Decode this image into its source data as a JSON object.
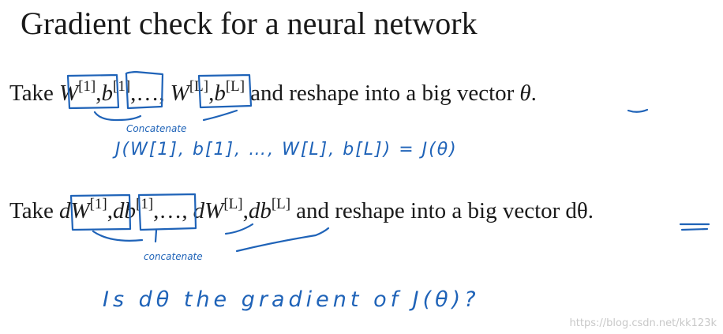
{
  "title": "Gradient check for a neural network",
  "line1": {
    "take": "Take",
    "w1": "W",
    "w1_sup": "[1]",
    "b1": "b",
    "b1_sup": "[1]",
    "dots": "…",
    "wL": "W",
    "wL_sup": "[L]",
    "bL": "b",
    "bL_sup": "[L]",
    "rest": "and reshape into a big vector",
    "vec": "θ",
    "end": "."
  },
  "line2": {
    "take": "Take",
    "dw1_d": "d",
    "dw1": "W",
    "dw1_sup": "[1]",
    "db1_d": "d",
    "db1": "b",
    "db1_sup": "[1]",
    "dots": "…",
    "dwL_d": "d",
    "dwL": "W",
    "dwL_sup": "[L]",
    "dbL_d": "d",
    "dbL": "b",
    "dbL_sup": "[L]",
    "rest": "and reshape into a big vector",
    "vec": "dθ",
    "end": "."
  },
  "annotations": {
    "concat1": "Concatenate",
    "cost": "J(W[1], b[1], …, W[L], b[L]) = J(θ)",
    "concat2": "concatenate",
    "question": "Is dθ the gradient of J(θ)?"
  },
  "watermark": "https://blog.csdn.net/kk123k",
  "colors": {
    "ink": "#1f63b8",
    "text": "#1a1a1a"
  }
}
